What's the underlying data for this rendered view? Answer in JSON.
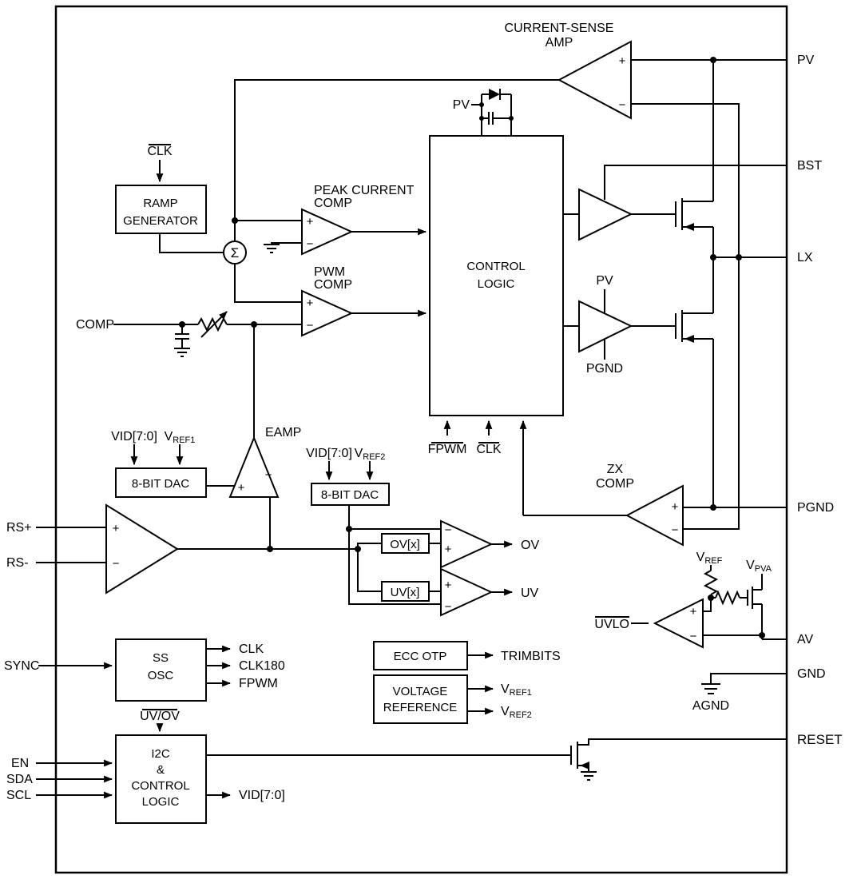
{
  "pins": {
    "pv": "PV",
    "bst": "BST",
    "lx": "LX",
    "pgnd": "PGND",
    "av": "AV",
    "gnd": "GND",
    "reset": "RESET",
    "rs_plus": "RS+",
    "rs_minus": "RS-",
    "sync": "SYNC",
    "en": "EN",
    "sda": "SDA",
    "scl": "SCL",
    "comp": "COMP"
  },
  "blocks": {
    "ramp_l1": "RAMP",
    "ramp_l2": "GENERATOR",
    "control_l1": "CONTROL",
    "control_l2": "LOGIC",
    "dac1": "8-BIT DAC",
    "dac2": "8-BIT DAC",
    "ovx": "OV[x]",
    "uvx": "UV[x]",
    "ss_l1": "SS",
    "ss_l2": "OSC",
    "i2c_l1": "I2C",
    "i2c_l2": "&",
    "i2c_l3": "CONTROL",
    "i2c_l4": "LOGIC",
    "ecc": "ECC OTP",
    "vref_l1": "VOLTAGE",
    "vref_l2": "REFERENCE"
  },
  "amps": {
    "cs_l1": "CURRENT-SENSE",
    "cs_l2": "AMP",
    "peak_l1": "PEAK CURRENT",
    "peak_l2": "COMP",
    "pwm_l1": "PWM",
    "pwm_l2": "COMP",
    "eamp": "EAMP",
    "zx_l1": "ZX",
    "zx_l2": "COMP",
    "uvlo": "UVLO"
  },
  "signals": {
    "clk_ramp": "CLK",
    "sigma": "Σ",
    "vid": "VID[7:0]",
    "fpwm": "FPWM",
    "clk": "CLK",
    "clk180": "CLK180",
    "uv_ov": "UV/OV",
    "trimbits": "TRIMBITS",
    "ov": "OV",
    "uv": "UV",
    "agnd": "AGND",
    "pv_int": "PV",
    "pv_drv": "PV",
    "pgnd_drv": "PGND",
    "plus": "+",
    "minus": "−",
    "v_ref1": {
      "v": "V",
      "sub": "REF1"
    },
    "v_ref2": {
      "v": "V",
      "sub": "REF2"
    },
    "v_ref": {
      "v": "V",
      "sub": "REF"
    },
    "v_pva": {
      "v": "V",
      "sub": "PVA"
    }
  }
}
